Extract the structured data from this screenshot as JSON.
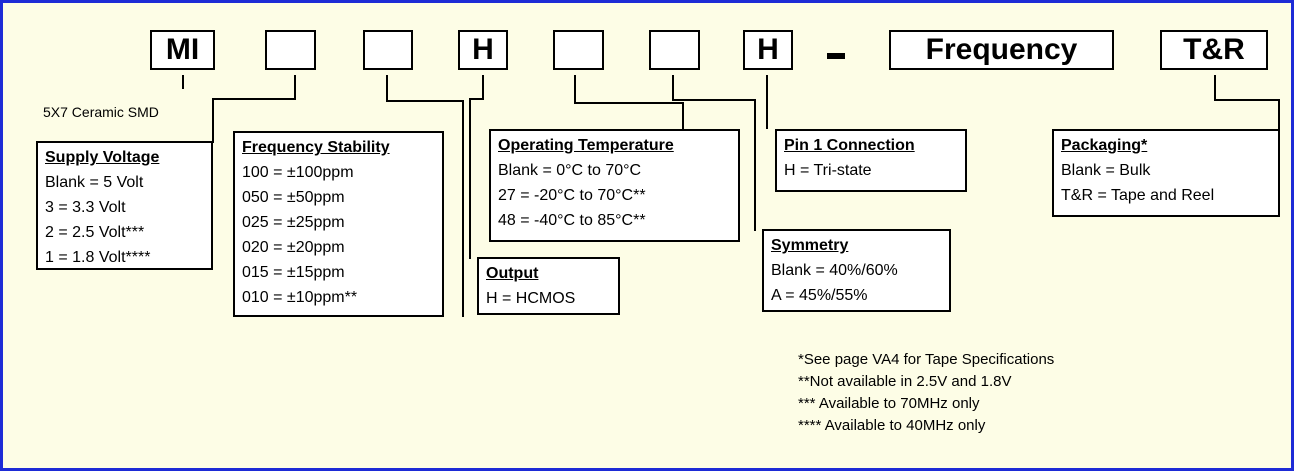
{
  "codes": {
    "mi": "MI",
    "blank1": "",
    "blank2": "",
    "h1": "H",
    "blank3": "",
    "blank4": "",
    "h2": "H",
    "dash": "–",
    "frequency": "Frequency",
    "tr": "T&R"
  },
  "ceramic_label": "5X7 Ceramic SMD",
  "supply_voltage": {
    "title": "Supply Voltage",
    "items": [
      "Blank = 5 Volt",
      "3 = 3.3 Volt",
      "2 = 2.5 Volt***",
      "1 = 1.8 Volt****"
    ]
  },
  "frequency_stability": {
    "title": "Frequency Stability",
    "items": [
      "100 = ±100ppm",
      "050 = ±50ppm",
      "025 = ±25ppm",
      "020 = ±20ppm",
      "015 = ±15ppm",
      "010 = ±10ppm**"
    ]
  },
  "operating_temperature": {
    "title": "Operating Temperature",
    "items": [
      "Blank = 0°C to 70°C",
      "27 = -20°C to 70°C**",
      "48 = -40°C to 85°C**"
    ]
  },
  "output": {
    "title": "Output",
    "items": [
      "H = HCMOS"
    ]
  },
  "pin1": {
    "title": "Pin 1 Connection",
    "items": [
      "H = Tri-state"
    ]
  },
  "symmetry": {
    "title": "Symmetry",
    "items": [
      "Blank = 40%/60%",
      "A = 45%/55%"
    ]
  },
  "packaging": {
    "title": "Packaging*",
    "items": [
      "Blank = Bulk",
      "T&R = Tape and Reel"
    ]
  },
  "notes": [
    "*See page VA4 for Tape Specifications",
    "**Not available in 2.5V and 1.8V",
    "*** Available to 70MHz only",
    "**** Available to 40MHz only"
  ]
}
